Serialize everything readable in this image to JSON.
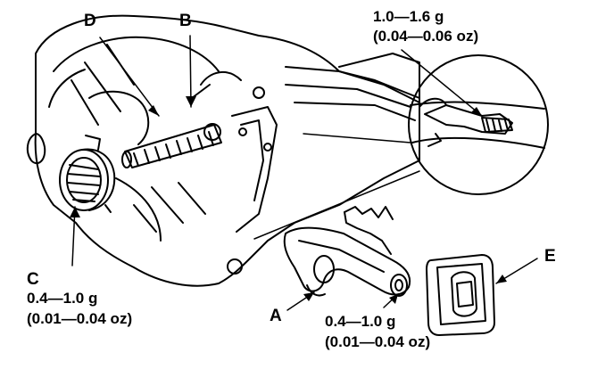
{
  "callouts": {
    "a": "A",
    "b": "B",
    "c": "C",
    "d": "D",
    "e": "E"
  },
  "specs": {
    "top_right": {
      "metric": "1.0—1.6 g",
      "imperial": "(0.04—0.06 oz)"
    },
    "left_c": {
      "metric": "0.4—1.0 g",
      "imperial": "(0.01—0.04 oz)"
    },
    "bottom_center": {
      "metric": "0.4—1.0 g",
      "imperial": "(0.01—0.04 oz)"
    }
  },
  "colors": {
    "line": "#000000",
    "background": "#ffffff"
  }
}
